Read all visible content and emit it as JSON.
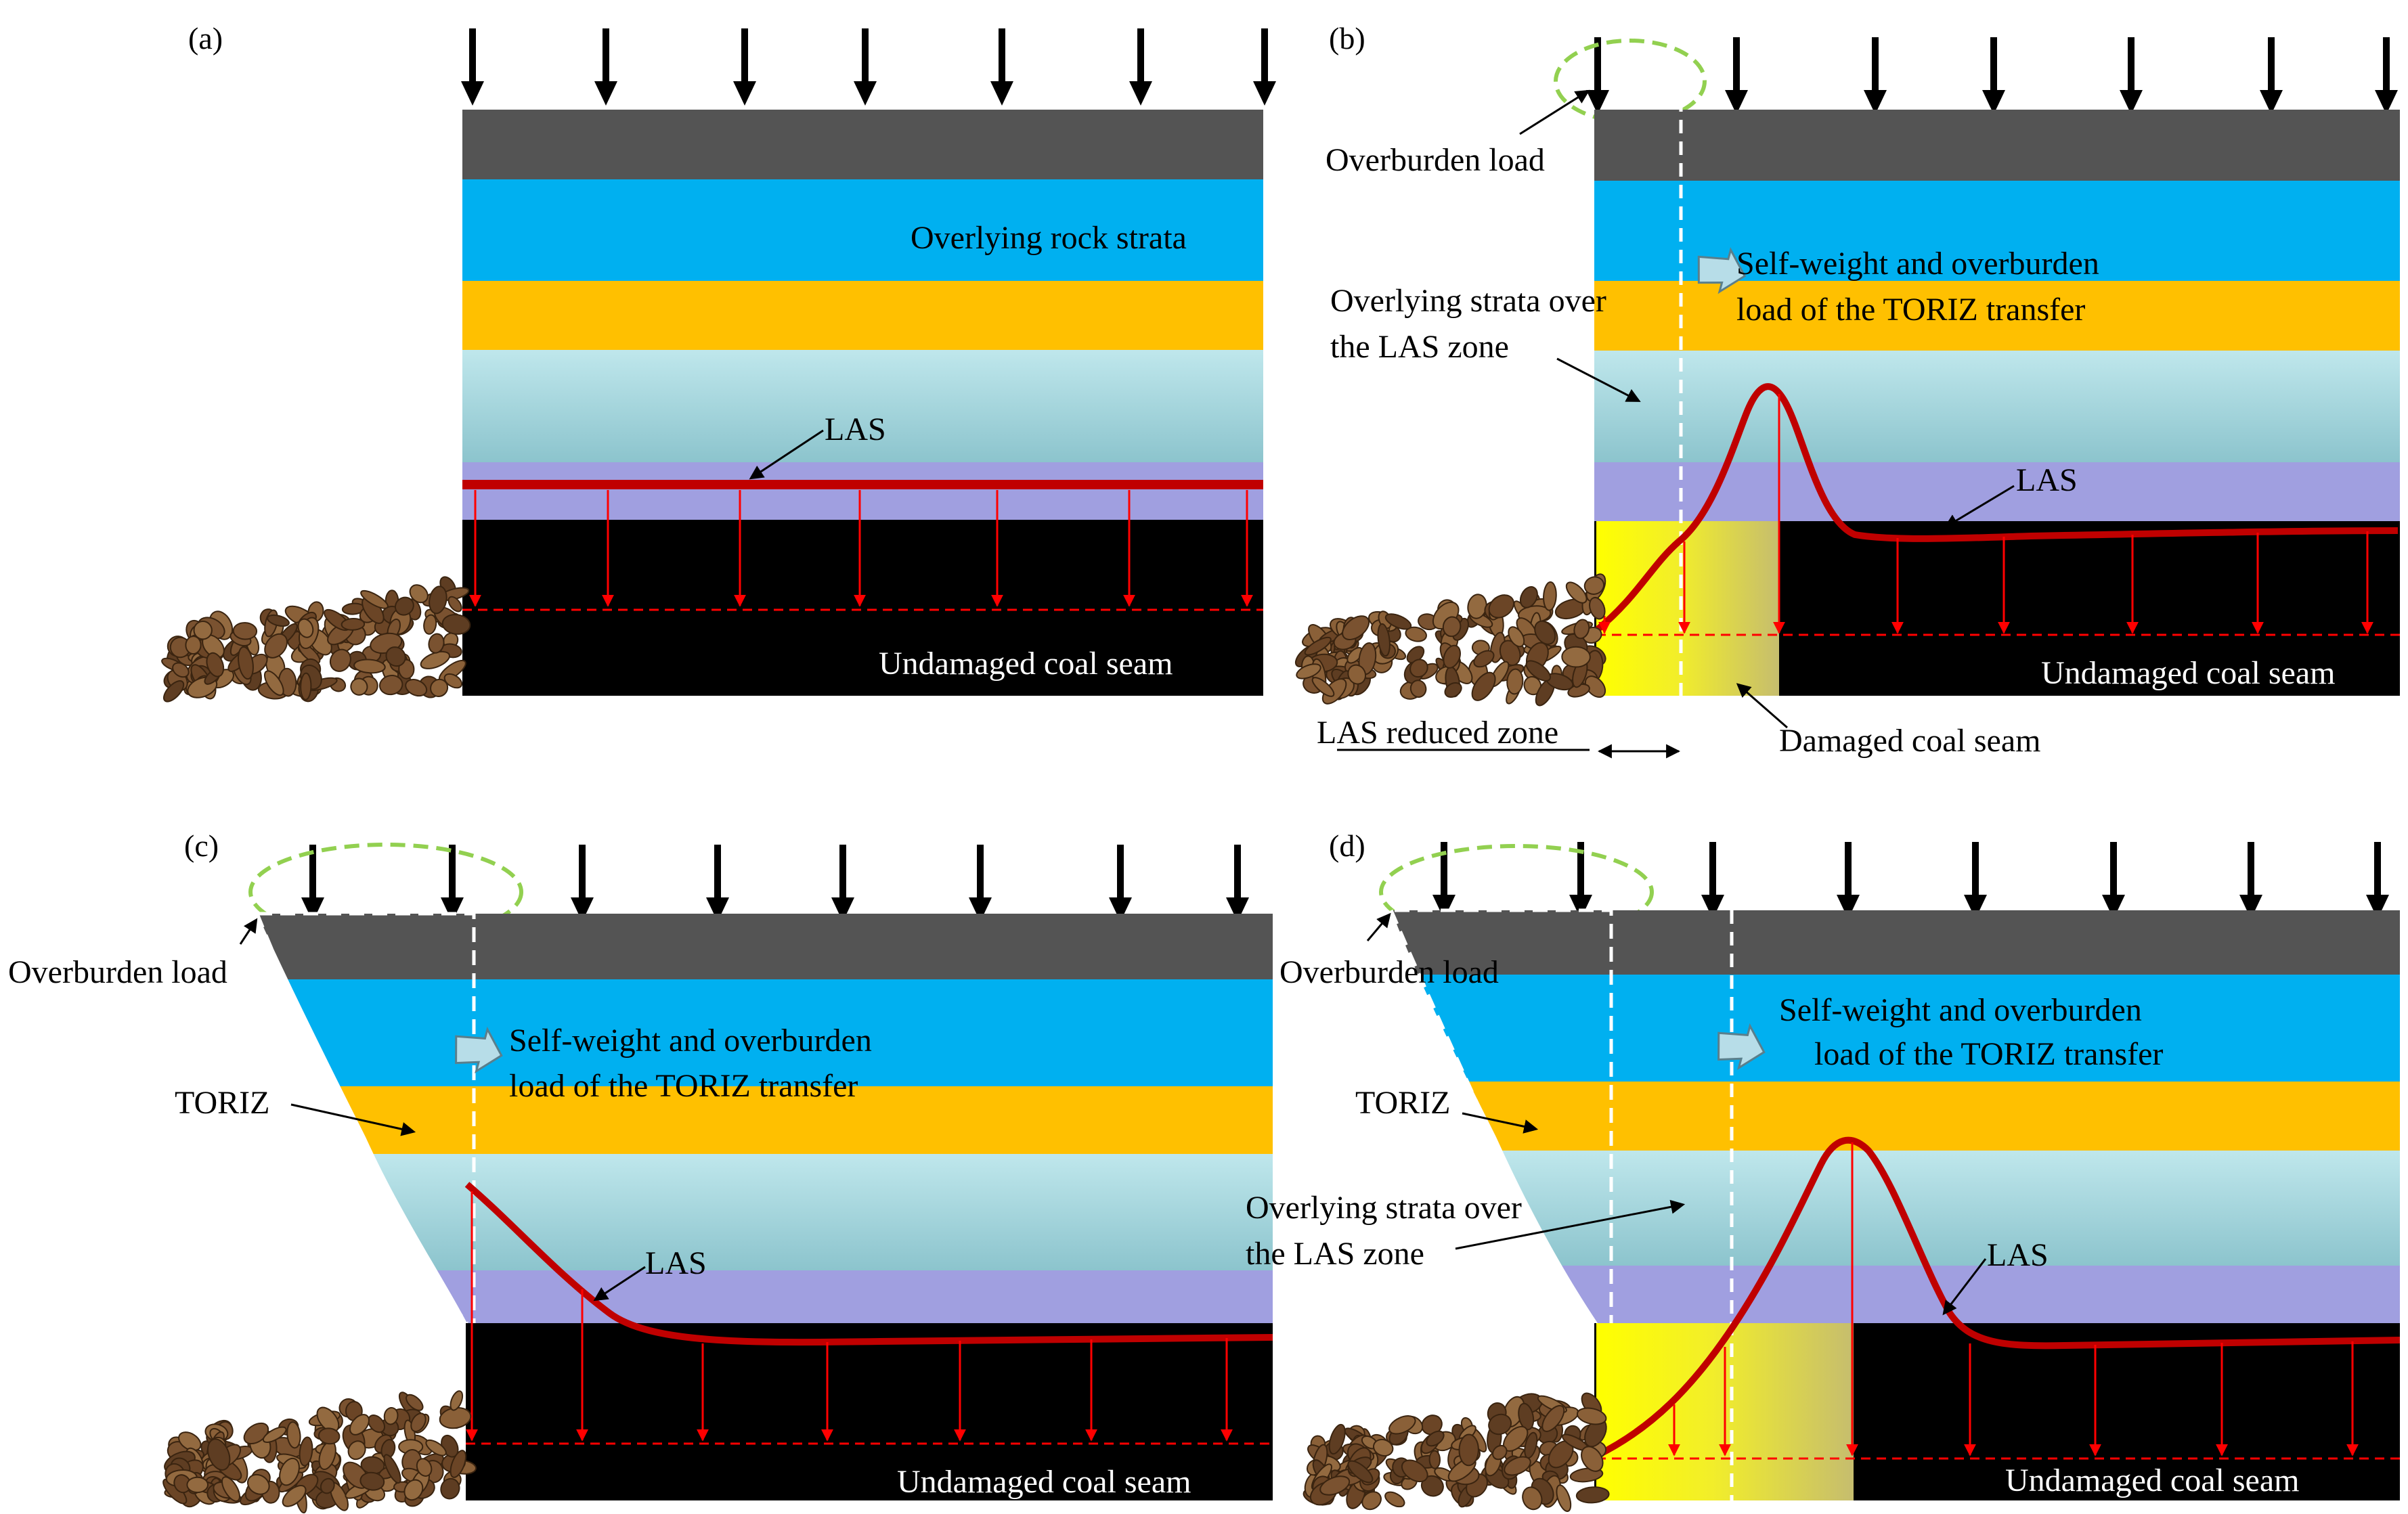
{
  "colors": {
    "layer_top": "#545454",
    "layer_blue": "#00b0f0",
    "layer_orange": "#ffc000",
    "layer_lightblue_top": "#b8e4ea",
    "layer_lightblue_bottom": "#8ec6cf",
    "layer_purple": "#a09fe0",
    "coal": "#000000",
    "las_curve": "#c00000",
    "stress_arrow": "#ff0000",
    "green_ellipse": "#92d050",
    "damaged_start": "#ffff00",
    "damaged_end": "#c8c070",
    "rubble": "#7a5230"
  },
  "panels": {
    "a": {
      "tag": "(a)",
      "label_strata": "Overlying rock strata",
      "label_las": "LAS",
      "label_coal": "Undamaged coal seam"
    },
    "b": {
      "tag": "(b)",
      "label_overburden": "Overburden load",
      "label_transfer_1": "Self-weight and overburden",
      "label_transfer_2": "load of the TORIZ transfer",
      "label_strata_1": "Overlying strata over",
      "label_strata_2": "the LAS zone",
      "label_las": "LAS",
      "label_coal": "Undamaged coal seam",
      "label_reduced": "LAS reduced zone",
      "label_damaged": "Damaged coal seam"
    },
    "c": {
      "tag": "(c)",
      "label_overburden": "Overburden load",
      "label_transfer_1": "Self-weight and overburden",
      "label_transfer_2": "load of the TORIZ transfer",
      "label_toriz": "TORIZ",
      "label_las": "LAS",
      "label_coal": "Undamaged coal seam"
    },
    "d": {
      "tag": "(d)",
      "label_overburden": "Overburden load",
      "label_transfer_1": "Self-weight and overburden",
      "label_transfer_2": "load of the TORIZ transfer",
      "label_toriz": "TORIZ",
      "label_strata_1": "Overlying strata over",
      "label_strata_2": "the LAS zone",
      "label_las": "LAS",
      "label_coal": "Undamaged coal seam"
    }
  }
}
